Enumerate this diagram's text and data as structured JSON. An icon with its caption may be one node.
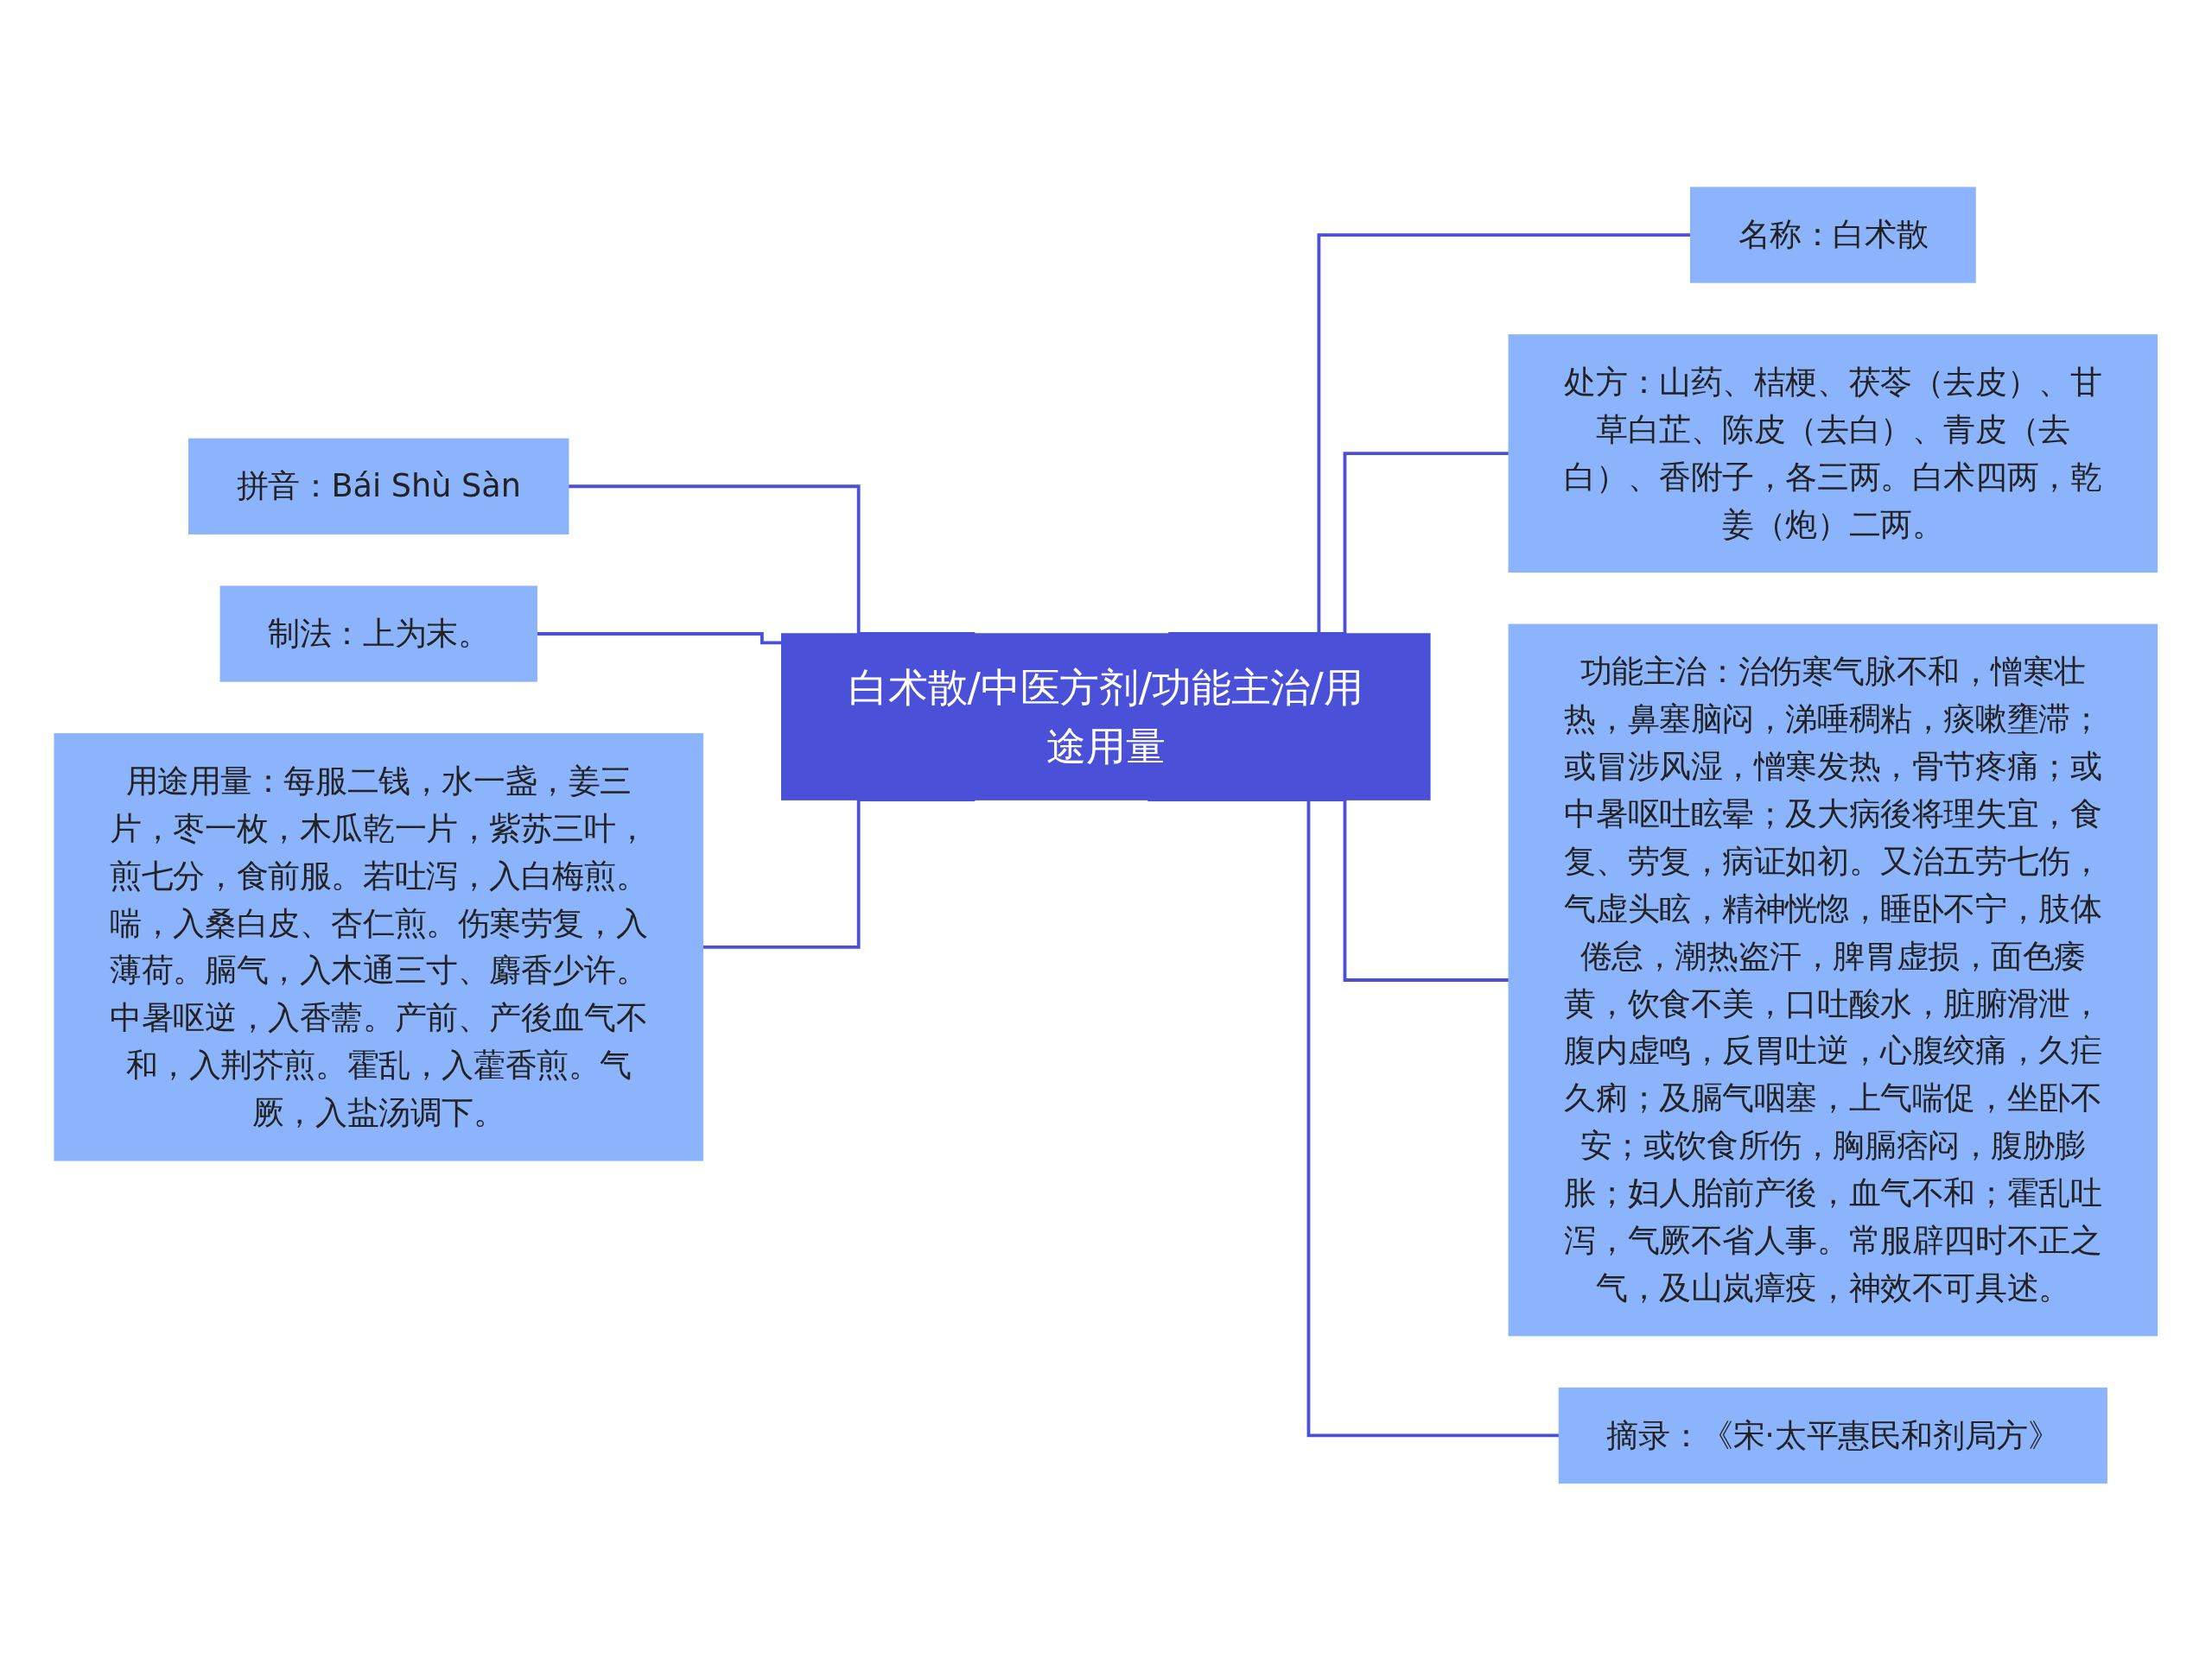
{
  "diagram": {
    "nodes": [
      {
        "text": [
          "白术散/中医方剂/功能主治/用途用量"
        ]
      },
      {
        "text": [
          "名称：白术散"
        ]
      },
      {
        "text": [
          "处方：山药、桔梗、茯苓（去皮）、甘草白芷、陈皮（去白）、青皮（去白）、香附子，各三两。白术四两，乾姜（炮）二两。"
        ]
      },
      {
        "text": [
          "功能主治：治伤寒气脉不和，憎寒壮热，鼻塞脑闷，涕唾稠粘，痰嗽壅滞；或冒涉风湿，憎寒发热，骨节疼痛；或中暑呕吐眩晕；及大病後将理失宜，食复、劳复，病证如初。又治五劳七伤，气虚头眩，精神恍惚，睡卧不宁，肢体倦怠，潮热盗汗，脾胃虚损，面色痿黄，饮食不美，口吐酸水，脏腑滑泄，腹内虚鸣，反胃吐逆，心腹绞痛，久疟久痢；及膈气咽塞，上气喘促，坐卧不安；或饮食所伤，胸膈痞闷，腹胁膨胀；妇人胎前产後，血气不和；霍乱吐泻，气厥不省人事。常服辟四时不正之气，及山岚瘴疫，神效不可具述。"
        ]
      },
      {
        "text": [
          "摘录：《宋·太平惠民和剂局方》"
        ]
      },
      {
        "text": [
          "拼音：Bái Shù Sàn"
        ]
      },
      {
        "text": [
          "制法：上为末。"
        ]
      },
      {
        "text": [
          "用途用量：每服二钱，水一盏，姜三片，枣一枚，木瓜乾一片，紫苏三叶，煎七分，食前服。若吐泻，入白梅煎。喘，入桑白皮、杏仁煎。伤寒劳复，入薄荷。膈气，入木通三寸、麝香少许。中暑呕逆，入香薷。产前、产後血气不和，入荆芥煎。霍乱，入藿香煎。气厥，入盐汤调下。"
        ]
      }
    ],
    "edges": [
      {
        "from": 0,
        "to": 1,
        "arrow": "none"
      },
      {
        "from": 0,
        "to": 2,
        "arrow": "none"
      },
      {
        "from": 0,
        "to": 3,
        "arrow": "none"
      },
      {
        "from": 0,
        "to": 4,
        "arrow": "none"
      },
      {
        "from": 5,
        "to": 0,
        "arrow": "none"
      },
      {
        "from": 6,
        "to": 0,
        "arrow": "none"
      },
      {
        "from": 7,
        "to": 0,
        "arrow": "none"
      }
    ]
  }
}
